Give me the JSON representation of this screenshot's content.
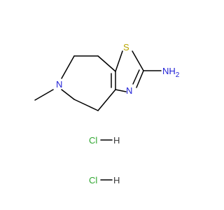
{
  "colors": {
    "sulfur": "#b8a500",
    "nitrogen": "#1f1fd6",
    "chlorine": "#2fa62f",
    "bond": "#000000",
    "background": "#ffffff"
  },
  "molecule": {
    "atoms": {
      "s": "S",
      "n_thiazole": "N",
      "n_ring": "N",
      "amine": "NH",
      "amine_sub": "2"
    }
  },
  "salts": [
    {
      "cl": "Cl",
      "h": "H"
    },
    {
      "cl": "Cl",
      "h": "H"
    }
  ]
}
